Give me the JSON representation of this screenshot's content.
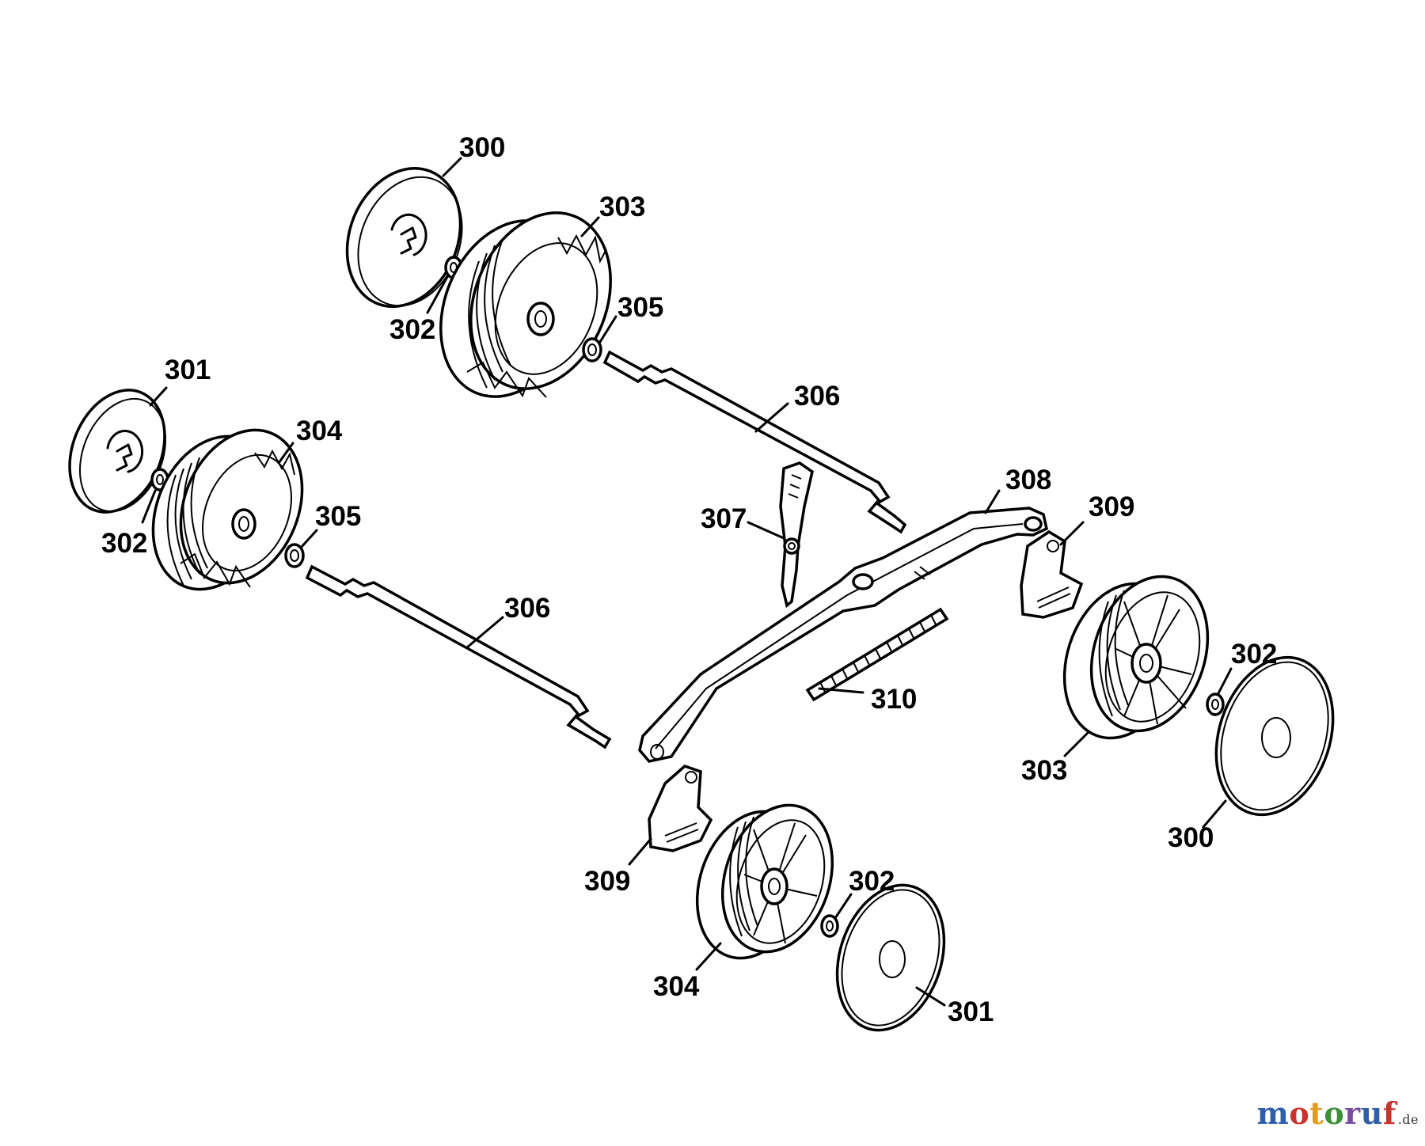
{
  "colors": {
    "ink": "#000000",
    "watermark": [
      "#2f5fa8",
      "#c7342b",
      "#e39a1d",
      "#3e8f3a",
      "#7a4ca1",
      "#2f5fa8",
      "#c7342b"
    ]
  },
  "labels": {
    "l300a": "300",
    "l303a": "303",
    "l302a": "302",
    "l305a": "305",
    "l306a": "306",
    "l301a": "301",
    "l304a": "304",
    "l302b": "302",
    "l305b": "305",
    "l306b": "306",
    "l307": "307",
    "l308": "308",
    "l309a": "309",
    "l310": "310",
    "l302c": "302",
    "l303b": "303",
    "l300b": "300",
    "l309b": "309",
    "l302d": "302",
    "l304b": "304",
    "l301b": "301"
  },
  "watermark": {
    "letters": [
      "m",
      "o",
      "t",
      "o",
      "r",
      "u",
      "f"
    ],
    "tld": ".de"
  }
}
